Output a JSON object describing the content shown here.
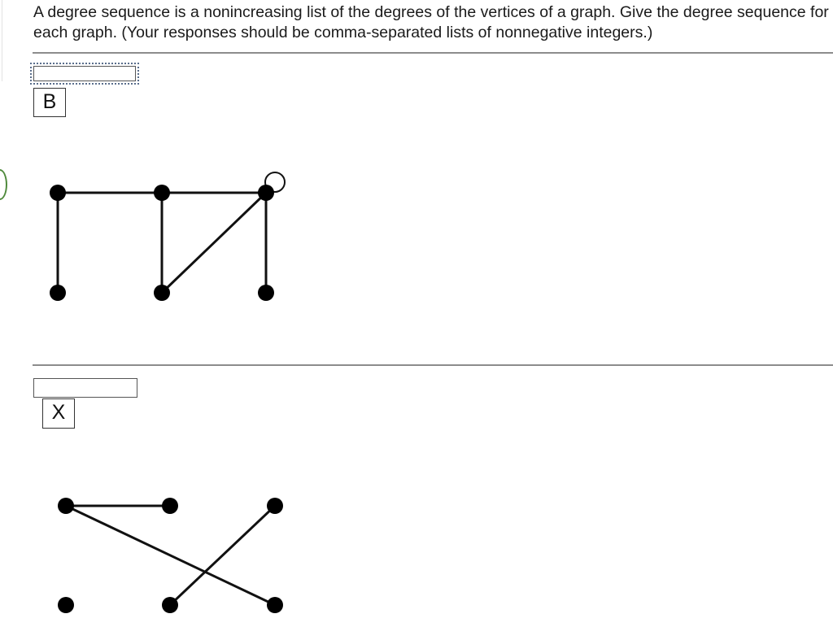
{
  "question": {
    "prompt": "A degree sequence is a nonincreasing list of the degrees of the vertices of a graph. Give the degree sequence for each graph.  (Your responses should be comma-separated lists of nonnegative integers.)"
  },
  "graphs": [
    {
      "label": "B",
      "answer_value": "",
      "answer_placeholder": ""
    },
    {
      "label": "X",
      "answer_value": "",
      "answer_placeholder": ""
    }
  ],
  "colors": {
    "divider": "#8c8c8c",
    "focus_outline": "#5a6e8c",
    "left_accent_ring": "#4f8a3c"
  }
}
